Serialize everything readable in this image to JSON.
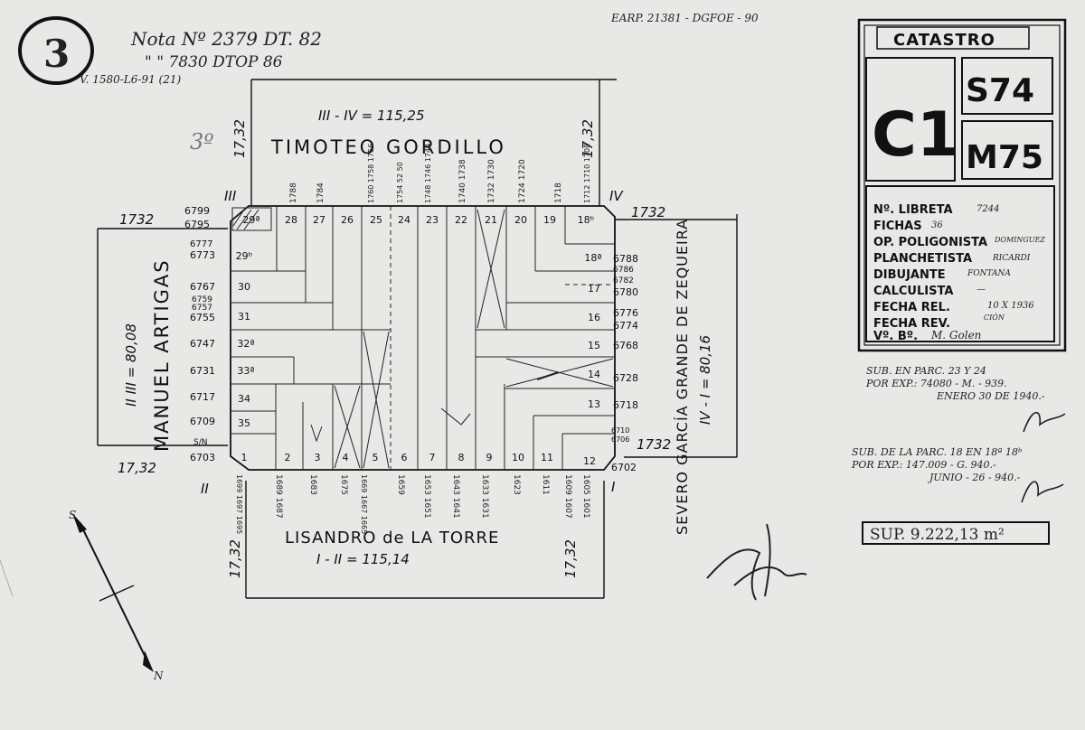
{
  "header": {
    "sheet_number": "3",
    "note_line1": "Nota Nº 2379 DT. 82",
    "note_line2": "\" \"  7830 DTOP 86",
    "note_line3": "V. 1580-L6-91 (21)",
    "top_ref": "EARP. 21381 - DGFOE - 90",
    "circle_mark": "3º"
  },
  "streets": {
    "north": "TIMOTEO GORDILLO",
    "south": "LISANDRO de LA TORRE",
    "west": "MANUEL ARTIGAS",
    "east": "SEVERO GARCÍA GRANDE DE ZEQUEIRA"
  },
  "dimensions": {
    "north_side": "III - IV = 115,25",
    "south_side": "I - II = 115,14",
    "west_side": "II III = 80,08",
    "east_side": "IV - I = 80,16",
    "chamfer": "17,32",
    "chamfer_alt": "1732"
  },
  "corners": {
    "nw": "III",
    "ne": "IV",
    "sw": "II",
    "se": "I"
  },
  "lots": {
    "top": [
      "29ª",
      "28",
      "27",
      "26",
      "25",
      "24",
      "23",
      "22",
      "21",
      "20",
      "19",
      "18ᵇ"
    ],
    "bottom": [
      "1",
      "2",
      "3",
      "4",
      "5",
      "6",
      "7",
      "8",
      "9",
      "10",
      "11",
      "12"
    ],
    "left": [
      "29ᵇ",
      "30",
      "31",
      "32ª",
      "33ª",
      "34",
      "35"
    ],
    "right": [
      "18ª",
      "17",
      "16",
      "15",
      "14",
      "13"
    ]
  },
  "door_numbers": {
    "top": [
      "1788",
      "1784",
      "1760 1758 1756",
      "1754 52 50",
      "1748 1746 1744",
      "1740 1738",
      "1732 1730",
      "1724 1720",
      "1718",
      "1712 1710 1708"
    ],
    "bottom": [
      "1699 1697 1695",
      "1689 1687",
      "1683",
      "1675",
      "1669 1667 1665",
      "1659",
      "1653 1651",
      "1643 1641",
      "1633 1631",
      "1623",
      "1611",
      "1609 1607",
      "1605 1601"
    ],
    "left": [
      "6799",
      "6795",
      "6777",
      "6773",
      "6767",
      "6759",
      "6757",
      "6755",
      "6747",
      "6731",
      "6717",
      "6709",
      "S/N",
      "6703"
    ],
    "right": [
      "6788",
      "6786",
      "6782",
      "6780",
      "6776",
      "6774",
      "6768",
      "6728",
      "6718",
      "6710",
      "6706",
      "6702"
    ]
  },
  "catastro": {
    "title": "CATASTRO",
    "circ": "C1",
    "seccion": "S74",
    "manzana": "M75",
    "fields": [
      {
        "label": "Nº. LIBRETA",
        "value": "7244"
      },
      {
        "label": "FICHAS",
        "value": "36"
      },
      {
        "label": "OP. POLIGONISTA",
        "value": "DOMINGUEZ"
      },
      {
        "label": "PLANCHETISTA",
        "value": "RICARDI"
      },
      {
        "label": "DIBUJANTE",
        "value": "FONTANA"
      },
      {
        "label": "CALCULISTA",
        "value": "—"
      },
      {
        "label": "FECHA REL.",
        "value": "10 X 1936"
      },
      {
        "label": "FECHA REV.",
        "value": "CIÓN"
      },
      {
        "label": "Vº. Bº.",
        "value": "M. Golen"
      }
    ]
  },
  "notes": {
    "sub1_line1": "SUB. EN PARC. 23 Y 24",
    "sub1_line2": "POR EXP.: 74080 - M. - 939.",
    "sub1_line3": "ENERO 30 DE 1940.-",
    "sub2_line1": "SUB. DE LA PARC. 18 EN 18ª 18ᵇ",
    "sub2_line2": "POR EXP.: 147.009 - G. 940.-",
    "sub2_line3": "JUNIO - 26 - 940.-"
  },
  "area": "SUP. 9.222,13 m²",
  "compass": {
    "north": "S",
    "south": "N"
  }
}
